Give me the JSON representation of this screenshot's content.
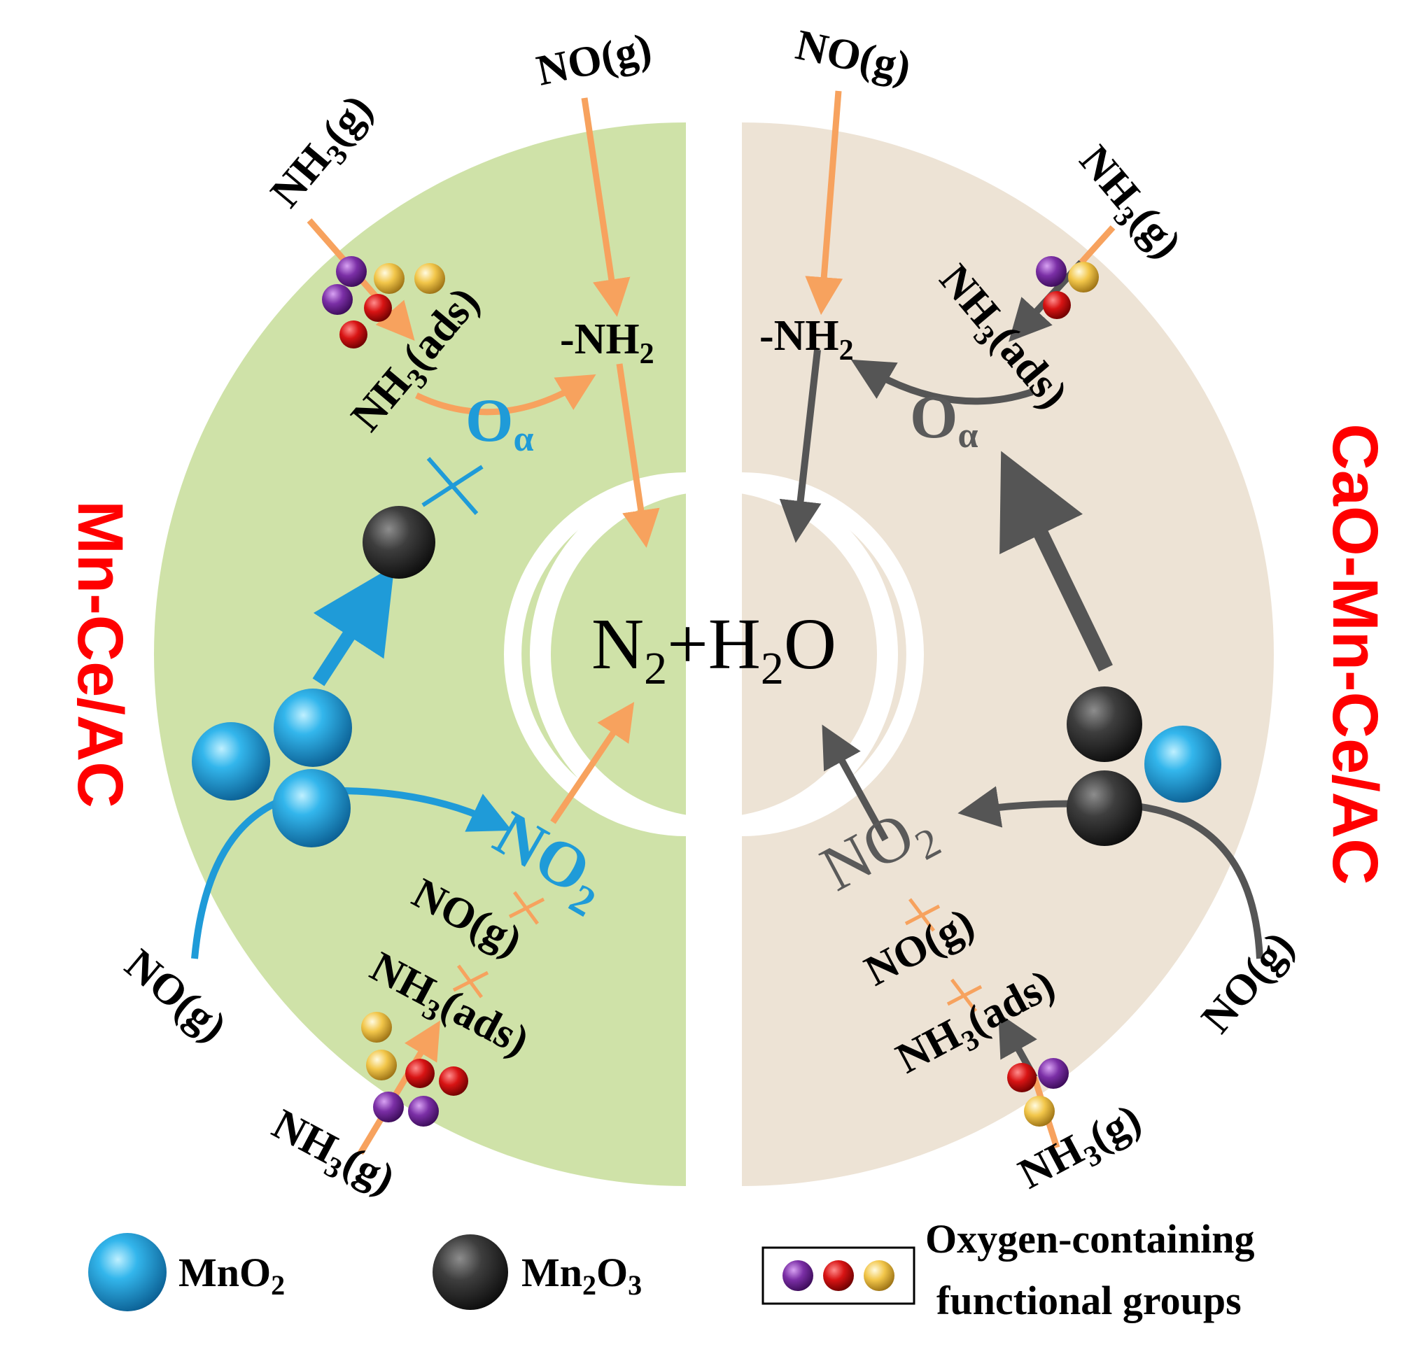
{
  "colors": {
    "left_panel": "#cfe2a8",
    "right_panel": "#ede3d5",
    "mno2": "#1f9bd8",
    "mn2o3": "#3a3a3a",
    "arrow_orange": "#f7a25e",
    "arrow_gray": "#555555",
    "title_red": "#ff0000",
    "purple": "#7b2fa6",
    "red": "#d81414",
    "yellow": "#f2c64a"
  },
  "center": {
    "n": "N",
    "n_sub": "2",
    "plus": "+",
    "h": "H",
    "h_sub": "2",
    "o": "O"
  },
  "titles": {
    "left": "Mn-Ce/AC",
    "right": "CaO-Mn-Ce/AC"
  },
  "left": {
    "no_top": "NO(g)",
    "nh3_top": {
      "main": "NH",
      "sub": "3",
      "tail": "(g)"
    },
    "nh3_ads_top": {
      "main": "NH",
      "sub": "3",
      "tail": "(ads)"
    },
    "nh2": {
      "main": "-NH",
      "sub": "2"
    },
    "o_alpha": {
      "main": "O",
      "sub": "α"
    },
    "no2": {
      "main": "NO",
      "sub": "2"
    },
    "no_mid": "NO(g)",
    "nh3_ads_bottom": {
      "main": "NH",
      "sub": "3",
      "tail": "(ads)"
    },
    "nh3_bottom": {
      "main": "NH",
      "sub": "3",
      "tail": "(g)"
    },
    "no_bottom": "NO(g)"
  },
  "right": {
    "no_top": "NO(g)",
    "nh3_top": {
      "main": "NH",
      "sub": "3",
      "tail": "(g)"
    },
    "nh3_ads_top": {
      "main": "NH",
      "sub": "3",
      "tail": "(ads)"
    },
    "nh2": {
      "main": "-NH",
      "sub": "2"
    },
    "o_alpha": {
      "main": "O",
      "sub": "α"
    },
    "no2": {
      "main": "NO",
      "sub": "2"
    },
    "no_mid": "NO(g)",
    "nh3_ads_bottom": {
      "main": "NH",
      "sub": "3",
      "tail": "(ads)"
    },
    "nh3_bottom": {
      "main": "NH",
      "sub": "3",
      "tail": "(g)"
    },
    "no_right": "NO(g)"
  },
  "legend": {
    "mno2": {
      "main": "MnO",
      "sub": "2"
    },
    "mn2o3": {
      "main": "Mn",
      "sub1": "2",
      "mid": "O",
      "sub2": "3"
    },
    "ofg_line1": "Oxygen-containing",
    "ofg_line2": "functional groups"
  }
}
